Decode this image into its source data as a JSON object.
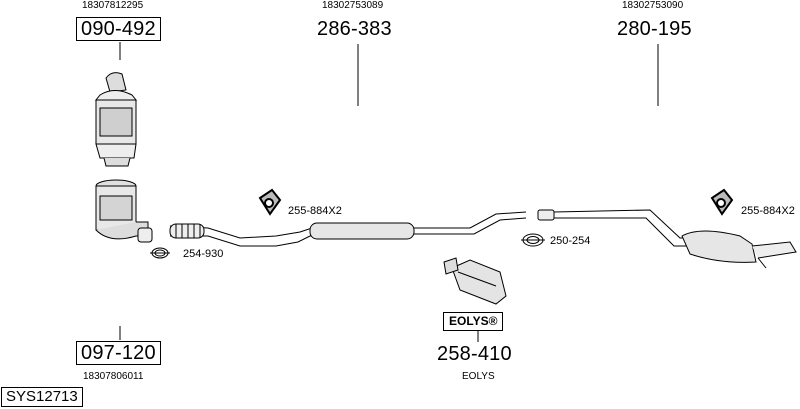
{
  "diagram": {
    "callouts": [
      {
        "ref": "18307812295",
        "part": "090-492",
        "boxed": true
      },
      {
        "ref": "18302753089",
        "part": "286-383",
        "boxed": false
      },
      {
        "ref": "18302753090",
        "part": "280-195",
        "boxed": false
      },
      {
        "ref": "18307806011",
        "part": "097-120",
        "boxed": true
      },
      {
        "ref": "EOLYS",
        "part": "258-410",
        "boxed": false
      }
    ],
    "fittings": [
      {
        "label": "255-884X2"
      },
      {
        "label": "254-930"
      },
      {
        "label": "250-254"
      },
      {
        "label": "255-884X2"
      }
    ],
    "eolys_logo": "EOLYS®",
    "system_code": "SYS12713"
  }
}
